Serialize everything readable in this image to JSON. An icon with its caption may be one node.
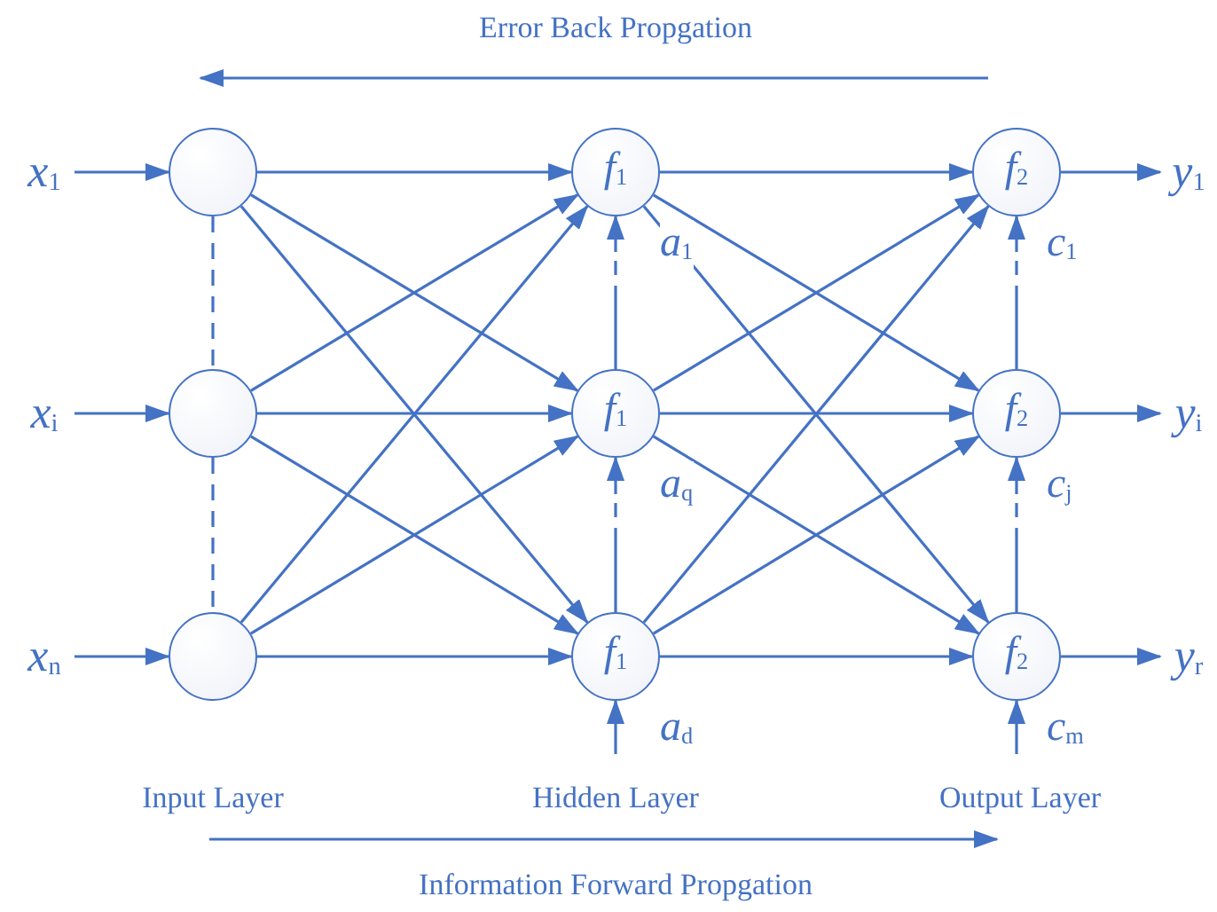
{
  "diagram": {
    "nodes": [
      {
        "text": [
          "*x*$_{1}$"
        ]
      },
      {
        "text": [
          "*x*$_{i}$"
        ]
      },
      {
        "text": [
          "*x*$_{n}$"
        ]
      },
      {
        "text": [],
        "shape": "circle"
      },
      {
        "text": [],
        "shape": "circle"
      },
      {
        "text": [],
        "shape": "circle"
      },
      {
        "text": [
          "*f*$_{1}$"
        ]
      },
      {
        "text": [
          "*f*$_{1}$"
        ]
      },
      {
        "text": [
          "*f*$_{1}$"
        ]
      },
      {
        "text": [
          "*f*$_{2}$"
        ]
      },
      {
        "text": [
          "*f*$_{2}$"
        ]
      },
      {
        "text": [
          "*f*$_{2}$"
        ]
      },
      {
        "text": [
          "*y*$_{1}$"
        ]
      },
      {
        "text": [
          "*y*$_{i}$"
        ]
      },
      {
        "text": [
          "*y*$_{r}$"
        ]
      }
    ],
    "edges": [
      {
        "from": 0,
        "to": 3,
        "arrow": "to"
      },
      {
        "from": 1,
        "to": 4,
        "arrow": "to"
      },
      {
        "from": 2,
        "to": 5,
        "arrow": "to"
      },
      {
        "from": 3,
        "to": 4,
        "arrow": "none",
        "style": "dashed"
      },
      {
        "from": 4,
        "to": 5,
        "arrow": "none",
        "style": "dashed"
      },
      {
        "from": 3,
        "to": 6,
        "arrow": "to"
      },
      {
        "from": 3,
        "to": 7,
        "arrow": "to"
      },
      {
        "from": 3,
        "to": 8,
        "arrow": "to"
      },
      {
        "from": 4,
        "to": 6,
        "arrow": "to"
      },
      {
        "from": 4,
        "to": 7,
        "arrow": "to"
      },
      {
        "from": 4,
        "to": 8,
        "arrow": "to"
      },
      {
        "from": 5,
        "to": 6,
        "arrow": "to"
      },
      {
        "from": 5,
        "to": 7,
        "arrow": "to"
      },
      {
        "from": 5,
        "to": 8,
        "arrow": "to"
      },
      {
        "from": 7,
        "to": 6,
        "arrow": "to",
        "label": "*a*$_{1}$",
        "style": "dashed"
      },
      {
        "from": 8,
        "to": 7,
        "arrow": "to",
        "label": "*a*$_{q}$",
        "style": "dashed"
      },
      {
        "from": null,
        "to": 8,
        "arrow": "to",
        "label": "*a*$_{d}$"
      },
      {
        "from": 6,
        "to": 9,
        "arrow": "to"
      },
      {
        "from": 6,
        "to": 10,
        "arrow": "to"
      },
      {
        "from": 6,
        "to": 11,
        "arrow": "to"
      },
      {
        "from": 7,
        "to": 9,
        "arrow": "to"
      },
      {
        "from": 7,
        "to": 10,
        "arrow": "to"
      },
      {
        "from": 7,
        "to": 11,
        "arrow": "to"
      },
      {
        "from": 8,
        "to": 9,
        "arrow": "to"
      },
      {
        "from": 8,
        "to": 10,
        "arrow": "to"
      },
      {
        "from": 8,
        "to": 11,
        "arrow": "to"
      },
      {
        "from": 10,
        "to": 9,
        "arrow": "to",
        "label": "*c*$_{1}$",
        "style": "dashed"
      },
      {
        "from": 11,
        "to": 10,
        "arrow": "to",
        "label": "*c*$_{j}$",
        "style": "dashed"
      },
      {
        "from": null,
        "to": 11,
        "arrow": "to",
        "label": "*c*$_{m}$"
      },
      {
        "from": 9,
        "to": 12,
        "arrow": "to"
      },
      {
        "from": 10,
        "to": 13,
        "arrow": "to"
      },
      {
        "from": 11,
        "to": 14,
        "arrow": "to"
      }
    ],
    "labels": [
      "Error Back Propgation",
      "Input Layer",
      "Hidden Layer",
      "Output Layer",
      "Information Forward Propgation"
    ]
  }
}
